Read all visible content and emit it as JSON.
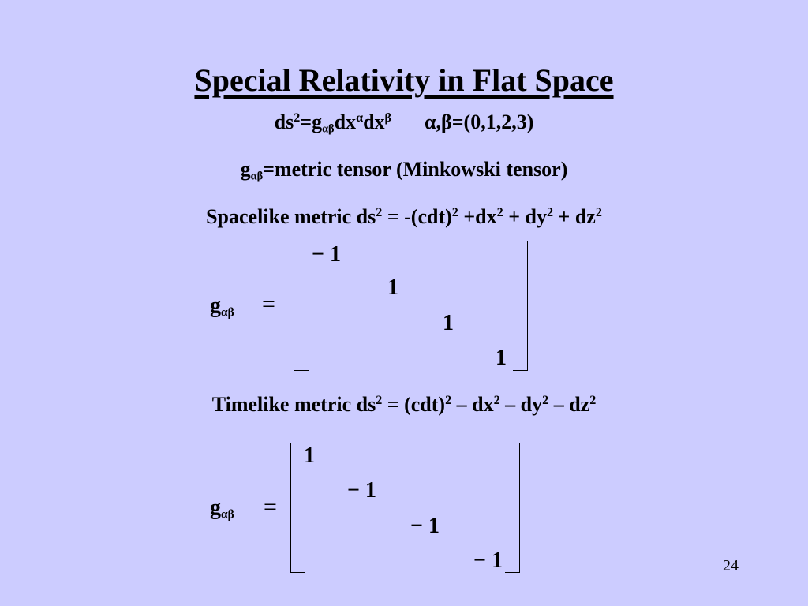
{
  "title": "Special Relativity in Flat Space",
  "line1": {
    "ds": "ds",
    "sq": "2",
    "eq_g": "=g",
    "ab": "αβ",
    "dx1": "dx",
    "alpha": "α",
    "dx2": "dx",
    "beta": "β",
    "indices": "α,β=(0,1,2,3)"
  },
  "line2": {
    "g": "g",
    "ab": "αβ",
    "text": "=metric tensor (Minkowski tensor)"
  },
  "line3": {
    "a": "Spacelike metric ds",
    "s1": "2",
    "b": " = -(cdt)",
    "s2": "2",
    "c": " +dx",
    "s3": "2",
    "d": " + dy",
    "s4": "2",
    "e": " + dz",
    "s5": "2"
  },
  "matrix1": {
    "g": "g",
    "ab": "αβ",
    "equals": "=",
    "d1": "− 1",
    "d2": "1",
    "d3": "1",
    "d4": "1"
  },
  "line4": {
    "a": "Timelike metric ds",
    "s1": "2",
    "b": " = (cdt)",
    "s2": "2",
    "c": " – dx",
    "s3": "2",
    "d": " – dy",
    "s4": "2",
    "e": " – dz",
    "s5": "2"
  },
  "matrix2": {
    "g": "g",
    "ab": "αβ",
    "equals": "=",
    "d1": "1",
    "d2": "− 1",
    "d3": "− 1",
    "d4": "− 1"
  },
  "page_number": "24"
}
